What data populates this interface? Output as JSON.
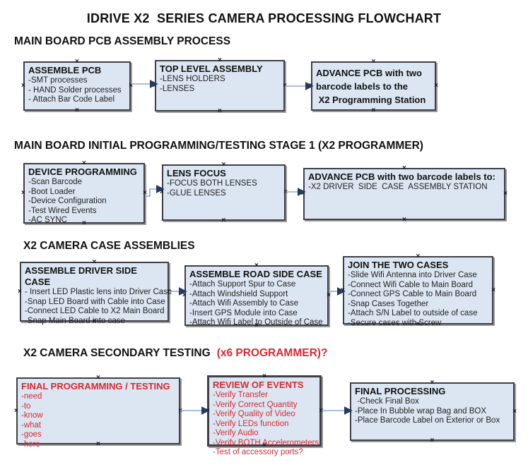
{
  "title": "IDRIVE X2  SERIES CAMERA PROCESSING FLOWCHART",
  "colors": {
    "box_fill": "#dce6f2",
    "box_border": "#3f3f47",
    "red_text": "#d42a33",
    "arrow_line": "#8fa9d6",
    "arrow_head": "#26395f"
  },
  "sections": [
    {
      "heading": "MAIN BOARD PCB ASSEMBLY PROCESS",
      "boxes": [
        {
          "title": "ASSEMBLE PCB",
          "items": [
            "-SMT processes",
            "- HAND Solder processes",
            "- Attach Bar Code Label"
          ]
        },
        {
          "title": "TOP LEVEL ASSEMBLY",
          "items": [
            "-LENS HOLDERS",
            "-LENSES"
          ]
        },
        {
          "title": "ADVANCE PCB with two\nbarcode labels to the\n X2 Programming Station",
          "items": []
        }
      ]
    },
    {
      "heading": "MAIN BOARD INITIAL PROGRAMMING/TESTING STAGE 1 (X2 PROGRAMMER)",
      "boxes": [
        {
          "title": "DEVICE PROGRAMMING",
          "items": [
            "-Scan Barcode",
            "-Boot Loader",
            "-Device Configuration",
            "-Test Wired Events",
            "-AC SYNC"
          ]
        },
        {
          "title": "LENS FOCUS",
          "items": [
            "-FOCUS BOTH LENSES",
            "-GLUE LENSES"
          ]
        },
        {
          "title": "ADVANCE PCB with two barcode labels to:",
          "items": [
            "-X2 DRIVER  SIDE  CASE  ASSEMBLY STATION"
          ]
        }
      ]
    },
    {
      "heading": "X2 CAMERA CASE ASSEMBLIES",
      "boxes": [
        {
          "title": "ASSEMBLE DRIVER SIDE CASE",
          "items": [
            "- Insert LED Plastic lens into Driver Case",
            "-Snap LED Board with Cable into Case",
            "-Connect LED Cable to X2 Main Board",
            "-Snap Main Board into case"
          ]
        },
        {
          "title": "ASSEMBLE ROAD SIDE CASE",
          "items": [
            "-Attach Support Spur to Case",
            "-Attach Windshield Support",
            "-Attach Wifi Assembly to Case",
            "-Insert GPS Module into Case",
            "-Attach Wifi Label to Outside of Case"
          ]
        },
        {
          "title": "JOIN THE TWO CASES",
          "items": [
            "-Slide Wifi Antenna into Driver Case",
            "-Connect Wifi Cable to Main Board",
            "-Connect GPS Cable to Main Board",
            "-Snap Cases Together",
            "-Attach S/N Label to outside of case",
            "-Secure cases with Screw"
          ]
        }
      ]
    },
    {
      "heading": "X2 CAMERA SECONDARY TESTING",
      "heading_suffix": "(x6 PROGRAMMER)?",
      "boxes": [
        {
          "title": "FINAL PROGRAMMING / TESTING",
          "items": [
            "-need",
            "-to",
            "-know",
            "-what",
            "-goes",
            "-here"
          ]
        },
        {
          "title": "REVIEW OF EVENTS",
          "items": [
            "-Verify Transfer",
            "-Verify Correct Quantity",
            "-Verify Quality of Video",
            "-Verify LEDs function",
            "-Verify Audio",
            "-Verify BOTH Accelerometers",
            "-Test of accessory ports?"
          ]
        },
        {
          "title": "FINAL PROCESSING",
          "items": [
            " -Check Final Box",
            "-Place In Bubble wrap Bag and BOX",
            "-Place Barcode Label on Exterior or Box"
          ]
        }
      ]
    }
  ]
}
